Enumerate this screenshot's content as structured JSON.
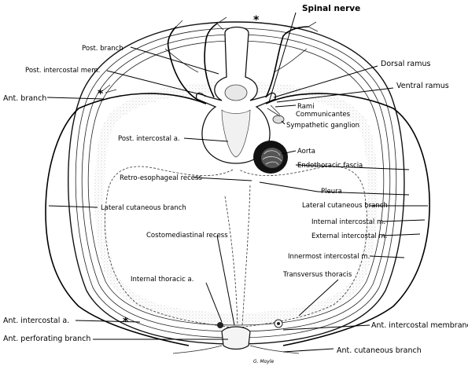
{
  "labels": {
    "spinal_nerve": "Spinal nerve",
    "post_branch": "Post. branch",
    "post_intercostal_mem": "Post. intercostal mem.",
    "ant_branch": "Ant. branch",
    "dorsal_ramus": "Dorsal ramus",
    "ventral_ramus": "Ventral ramus",
    "rami_communicantes_1": "Rami",
    "rami_communicantes_2": "Communicantes",
    "sympathetic_ganglion": "Sympathetic ganglion",
    "post_intercostal_a": "Post. intercostal a.",
    "aorta": "Aorta",
    "endothoracic_fascia": "Endothoracic fascia",
    "retro_esophageal_recess": "Retro-esophageal recess",
    "pleura": "Pleura",
    "lateral_cutaneous_branch_left": "Lateral cutaneous branch",
    "lateral_cutaneous_branch_right": "Lateral cutaneous branch",
    "internal_intercostal_m": "Internal intercostal m.",
    "external_intercostal_m": "External intercostal m.",
    "costomediastinal_recess": "Costomediastinal recess",
    "innermost_intercostal_m": "Innermost intercostal m.",
    "internal_thoracic_a": "Internal thoracic a.",
    "transversus_thoracis": "Transversus thoracis",
    "ant_intercostal_a": "Ant. intercostal a.",
    "ant_intercostal_membrane": "Ant. intercostal membrane",
    "ant_perforating_branch": "Ant. perforating branch",
    "ant_cutaneous_branch": "Ant. cutaneous branch",
    "signature": "G. Moyle"
  },
  "colors": {
    "ink": "#000000",
    "background": "#ffffff",
    "stipple": "#9a9a9a"
  }
}
